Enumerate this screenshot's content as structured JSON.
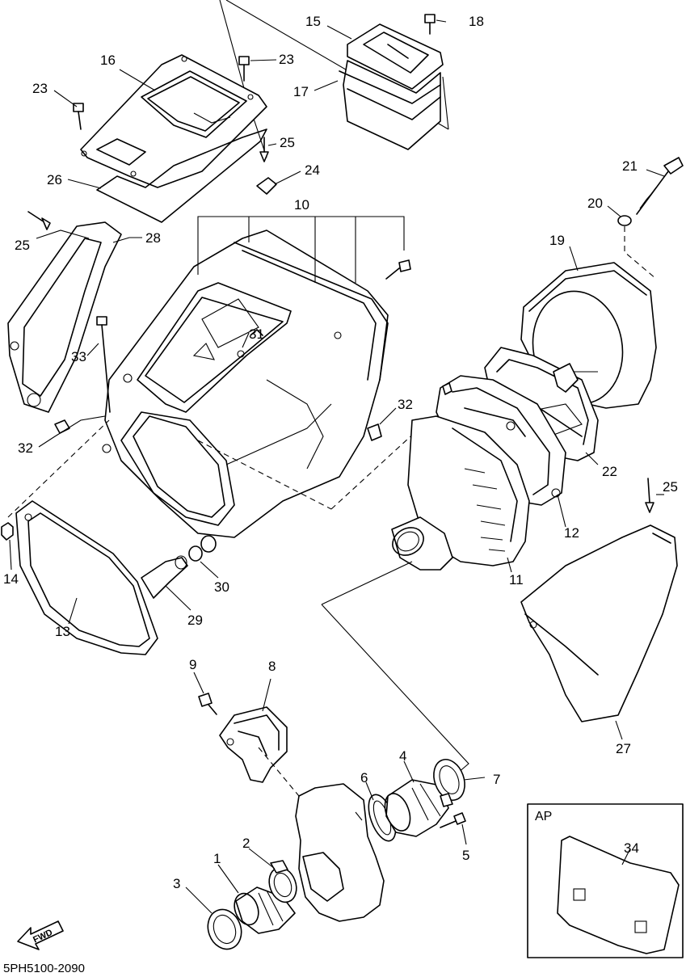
{
  "diagram_code": "5PH5100-2090",
  "inset_label": "AP",
  "direction_label": "FWD",
  "parts": [
    {
      "number": "1"
    },
    {
      "number": "2"
    },
    {
      "number": "3"
    },
    {
      "number": "4"
    },
    {
      "number": "5"
    },
    {
      "number": "6"
    },
    {
      "number": "7"
    },
    {
      "number": "8"
    },
    {
      "number": "9"
    },
    {
      "number": "10"
    },
    {
      "number": "11"
    },
    {
      "number": "12"
    },
    {
      "number": "13"
    },
    {
      "number": "14"
    },
    {
      "number": "15"
    },
    {
      "number": "16"
    },
    {
      "number": "17"
    },
    {
      "number": "18"
    },
    {
      "number": "19"
    },
    {
      "number": "20"
    },
    {
      "number": "21"
    },
    {
      "number": "22"
    },
    {
      "number": "23"
    },
    {
      "number": "23"
    },
    {
      "number": "24"
    },
    {
      "number": "25"
    },
    {
      "number": "25"
    },
    {
      "number": "25"
    },
    {
      "number": "26"
    },
    {
      "number": "27"
    },
    {
      "number": "28"
    },
    {
      "number": "29"
    },
    {
      "number": "30"
    },
    {
      "number": "31"
    },
    {
      "number": "32"
    },
    {
      "number": "32"
    },
    {
      "number": "33"
    },
    {
      "number": "34"
    }
  ]
}
